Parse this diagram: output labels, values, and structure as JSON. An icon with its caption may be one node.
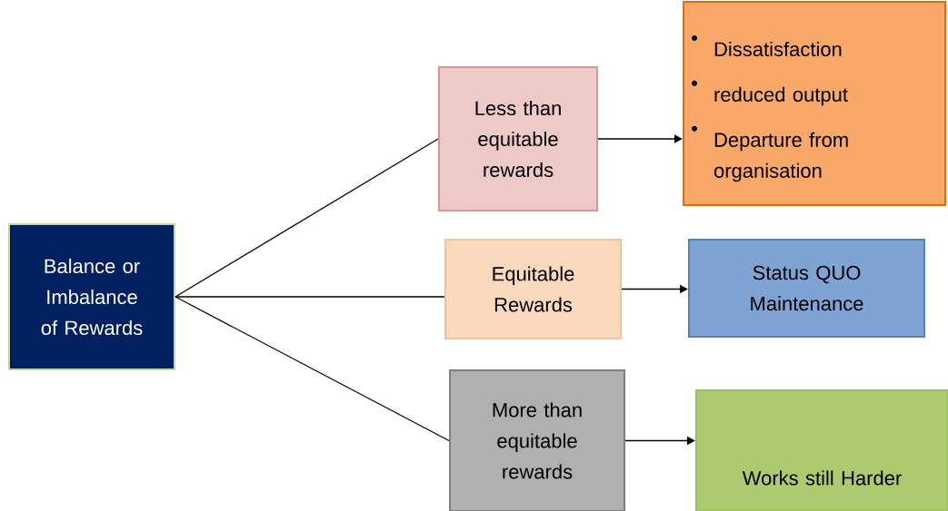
{
  "diagram": {
    "nodes": [
      {
        "text": [
          "Balance or Imbalance of Rewards"
        ]
      },
      {
        "text": [
          "Less than equitable rewards"
        ]
      },
      {
        "text": [
          "Dissatisfaction",
          "reduced output",
          "Departure from organisation"
        ]
      },
      {
        "text": [
          "Equitable Rewards"
        ]
      },
      {
        "text": [
          "Status QUO Maintenance"
        ]
      },
      {
        "text": [
          "More than equitable rewards"
        ]
      },
      {
        "text": [
          "Works still Harder"
        ]
      }
    ],
    "edges": [
      {
        "from": 0,
        "to": 1,
        "arrow": "none"
      },
      {
        "from": 0,
        "to": 3,
        "arrow": "none"
      },
      {
        "from": 0,
        "to": 5,
        "arrow": "none"
      },
      {
        "from": 1,
        "to": 2,
        "arrow": "to"
      },
      {
        "from": 3,
        "to": 4,
        "arrow": "to"
      },
      {
        "from": 5,
        "to": 6,
        "arrow": "to"
      }
    ]
  }
}
